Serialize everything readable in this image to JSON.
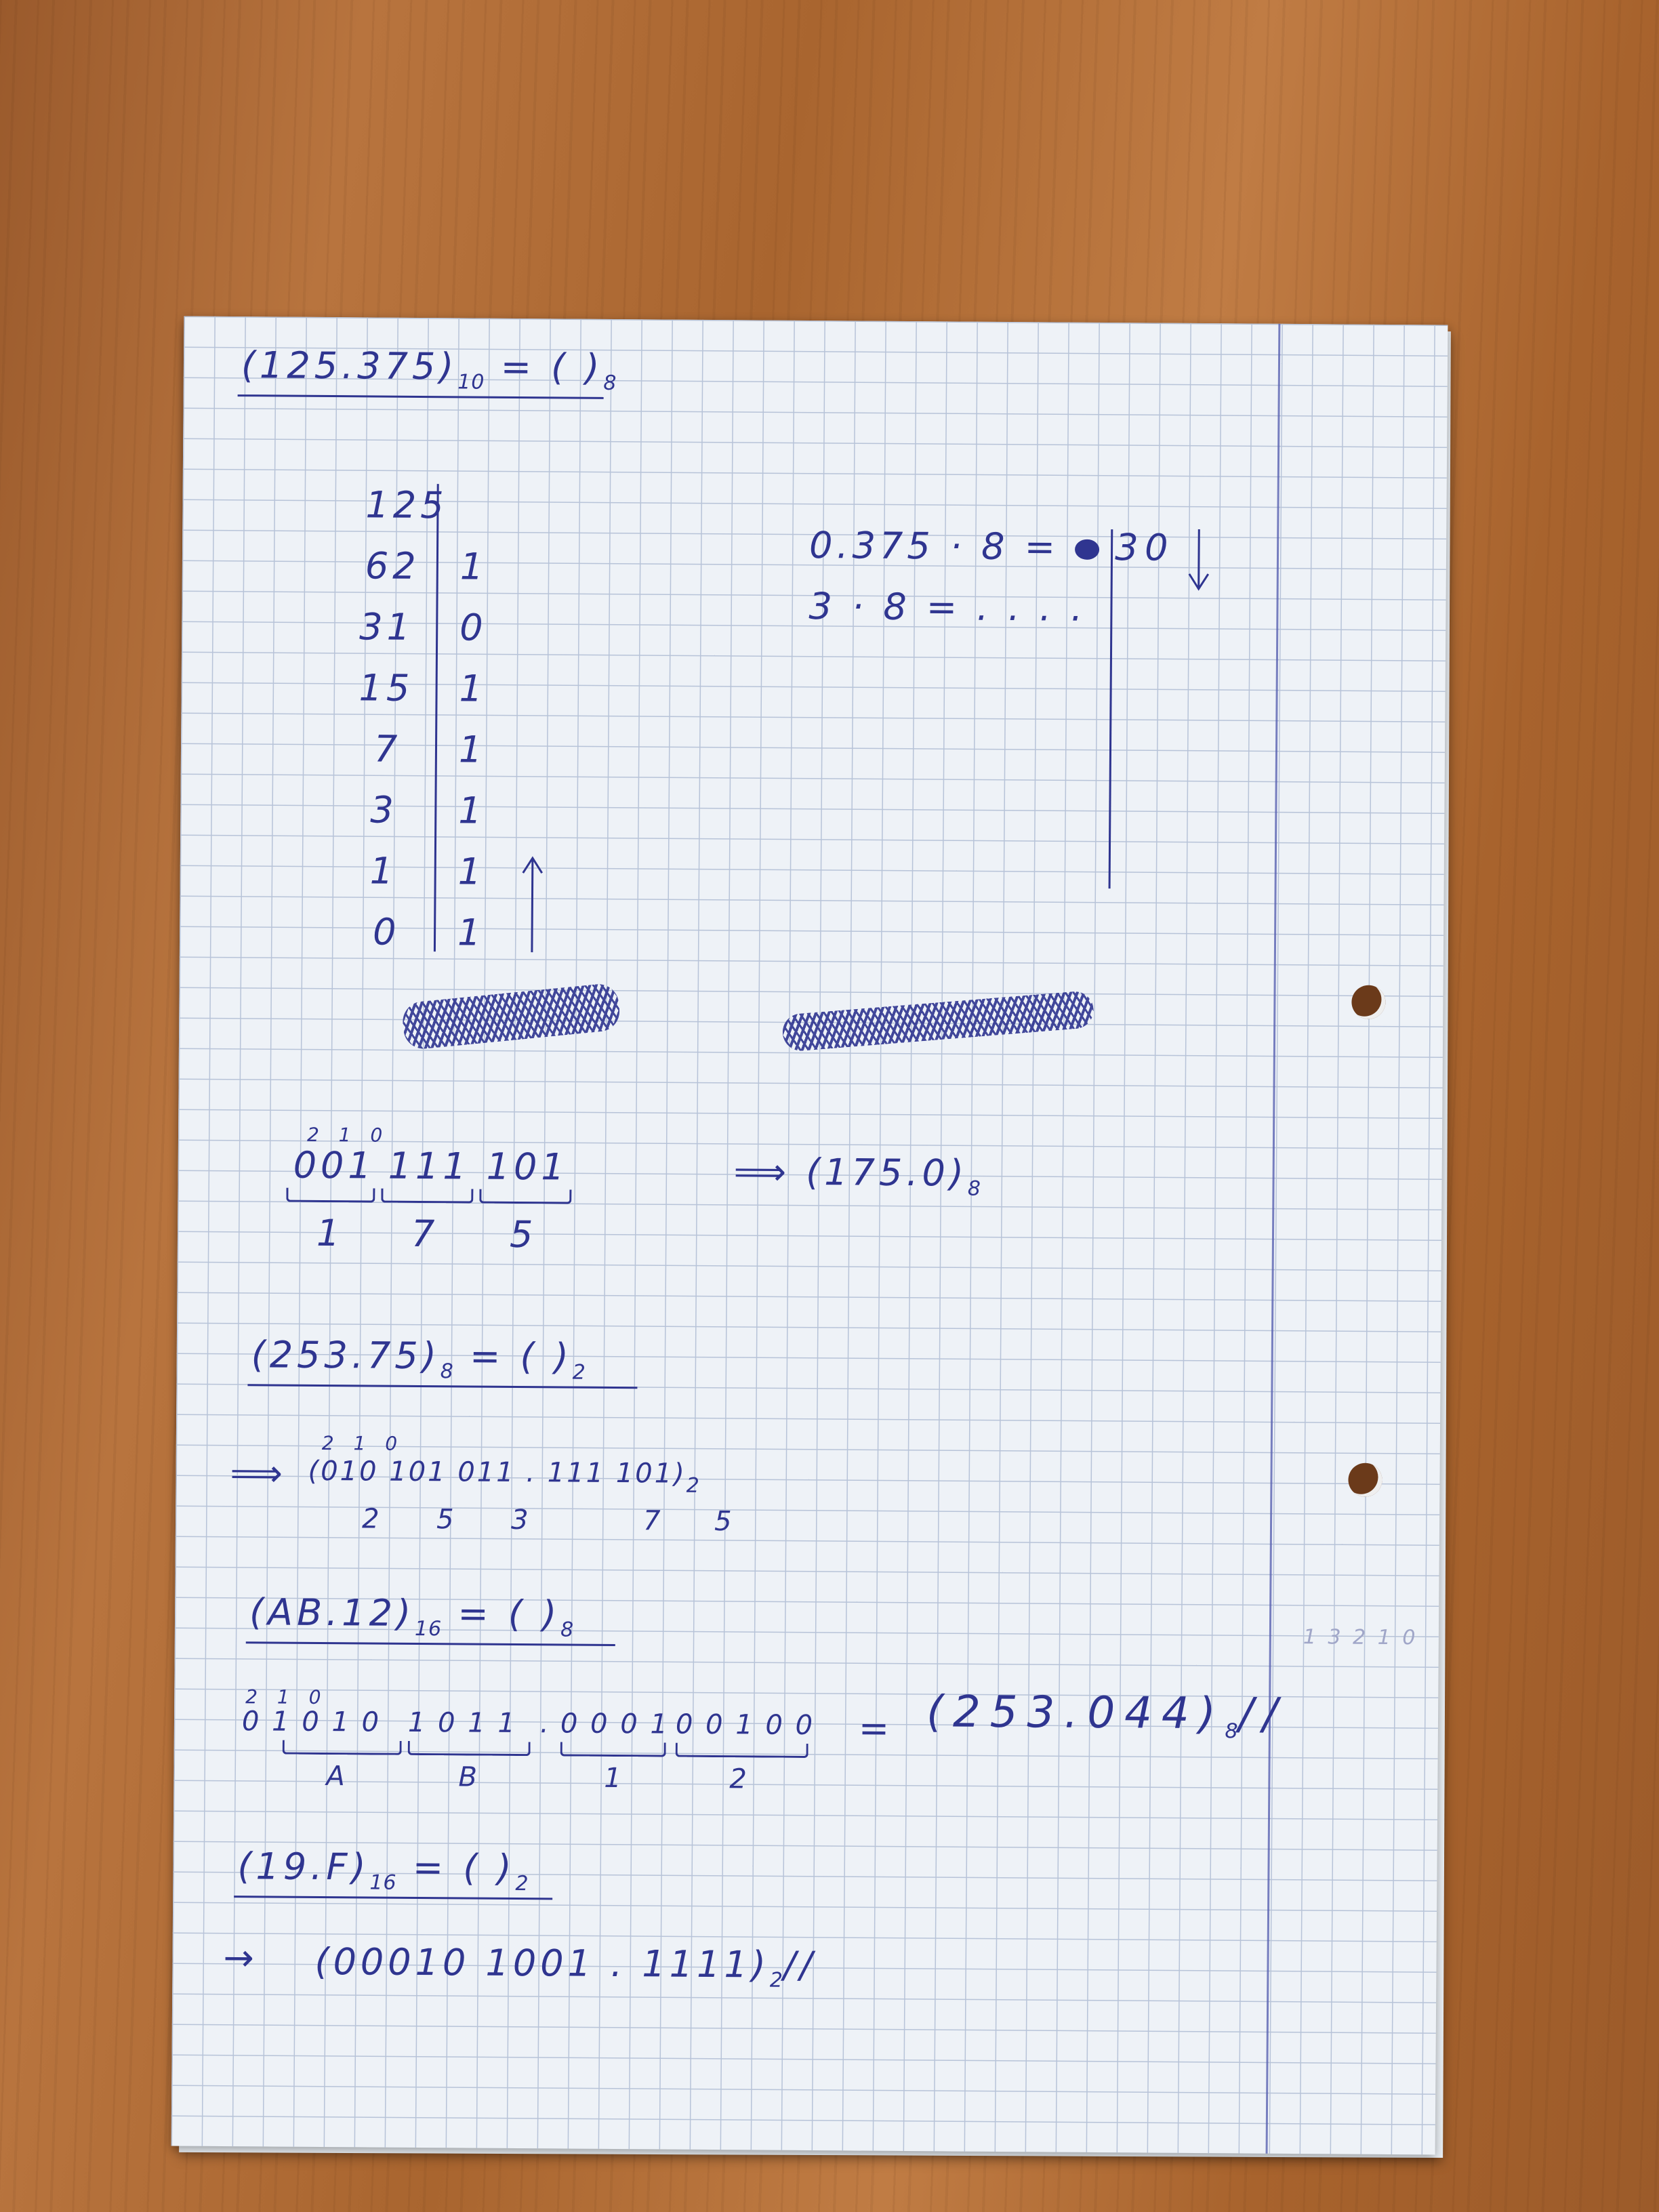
{
  "heading1": {
    "base": "(125.375)",
    "sub": "10",
    "rest": "= ( )",
    "sub2": "8"
  },
  "division": {
    "quotients": [
      "125",
      "62",
      "31",
      "15",
      "7",
      "3",
      "1",
      "0"
    ],
    "remainders": [
      "1",
      "0",
      "1",
      "1",
      "1",
      "1",
      "1"
    ]
  },
  "fraction": {
    "line1": "0.375 · 8 =",
    "line1_result": "3",
    "line1_digit": "0",
    "line2": "3 · 8 = . . . ."
  },
  "grouping1": {
    "top": "2 1 0",
    "groups": [
      "001",
      "111",
      "101"
    ],
    "digits": [
      "1",
      "7",
      "5"
    ],
    "result": "⟹ (175.0)",
    "result_sub": "8"
  },
  "heading2": {
    "base": "(253.75)",
    "sub": "8",
    "rest": "= ( )",
    "sub2": "2"
  },
  "conv2": {
    "arrow": "⟹",
    "top": "2 1 0",
    "content": "(010 101 011 . 111 101)",
    "sub": "2",
    "digits": [
      "2",
      "5",
      "3",
      "7",
      "5"
    ]
  },
  "heading3": {
    "base": "(AB.12)",
    "sub": "16",
    "rest": "= ( )",
    "sub2": "8"
  },
  "conv3": {
    "top": "2 1 0",
    "groups": [
      "0 1 0 1 0",
      "1 0 1 1",
      ".",
      "0 0 0 1",
      "0 0 1 0 0"
    ],
    "digits": [
      "A",
      "B",
      "1",
      "2"
    ],
    "equals": "=",
    "result": "(253.044)",
    "result_sub": "8",
    "mark": "//"
  },
  "margin_note": "1 3 2 1 0",
  "heading4": {
    "base": "(19.F)",
    "sub": "16",
    "rest": "= ( )",
    "sub2": "2"
  },
  "conv4": {
    "arrow": "→",
    "content": "(00010 1001 . 1111)",
    "sub": "2",
    "mark": "//"
  }
}
